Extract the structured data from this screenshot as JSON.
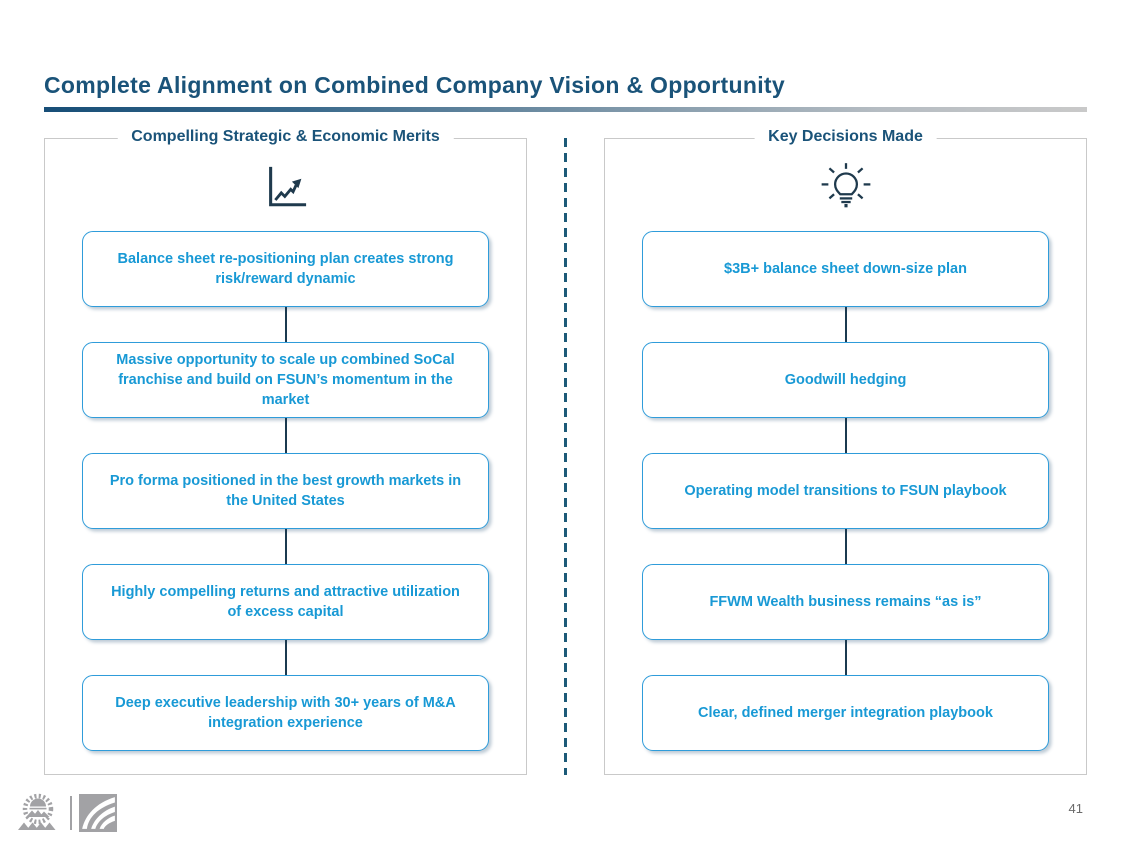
{
  "slide": {
    "title": "Complete Alignment on Combined Company Vision & Opportunity",
    "page_number": "41"
  },
  "left_panel": {
    "header": "Compelling Strategic & Economic Merits",
    "icon": "trend-chart-icon",
    "items": [
      "Balance sheet re-positioning plan creates strong risk/reward dynamic",
      "Massive opportunity to scale up combined SoCal franchise and build on FSUN’s momentum in the market",
      "Pro forma positioned in the best growth markets in the United States",
      "Highly compelling returns and attractive utilization of excess capital",
      "Deep executive leadership with 30+ years of M&A integration experience"
    ]
  },
  "right_panel": {
    "header": "Key Decisions Made",
    "icon": "lightbulb-icon",
    "items": [
      "$3B+ balance sheet down-size plan",
      "Goodwill hedging",
      "Operating model transitions to FSUN playbook",
      "FFWM Wealth business remains “as is”",
      "Clear, defined merger integration playbook"
    ]
  },
  "colors": {
    "title_navy": "#1A5379",
    "box_text_blue": "#1899D5",
    "box_border_blue": "#2F9CDA",
    "connector_navy": "#1B3A50",
    "icon_navy": "#1F3A4D",
    "panel_border_gray": "#C9C9C9",
    "divider_blue": "#1C5A78",
    "page_number_gray": "#6B6B6B",
    "logo_gray": "#A2A2A5"
  }
}
